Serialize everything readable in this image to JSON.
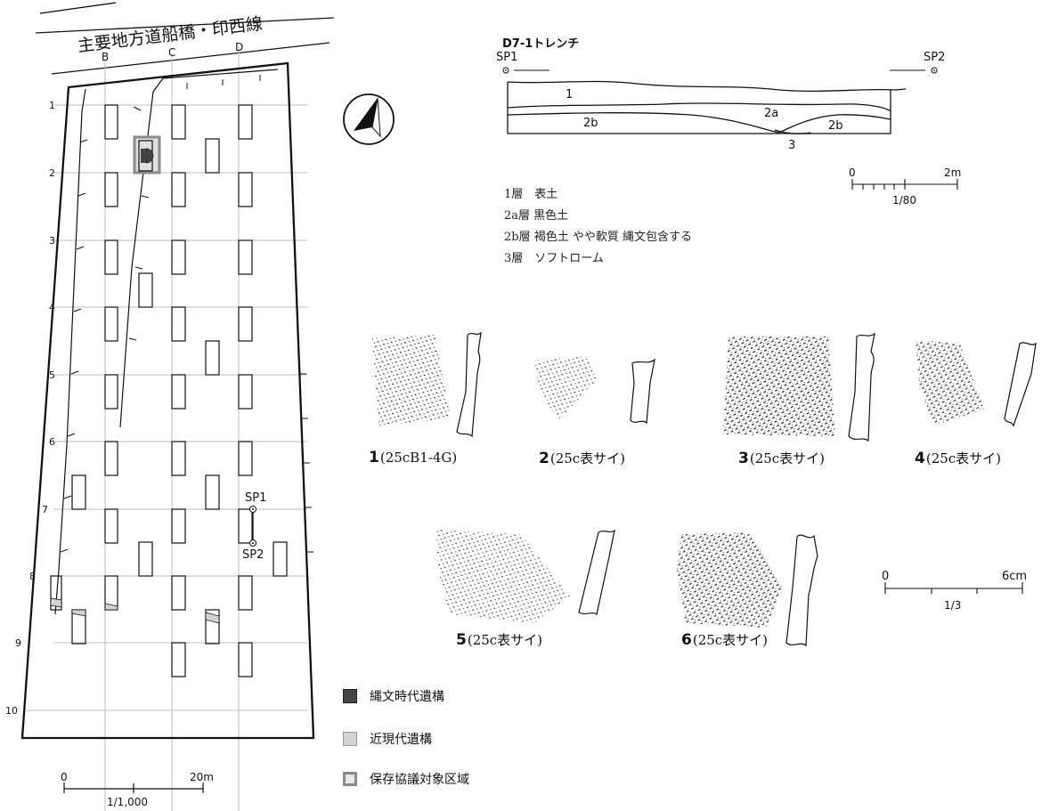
{
  "site_map": {
    "road_name": "主要地方道船橋・印西線",
    "col_labels": [
      "B",
      "C",
      "D"
    ],
    "row_labels": [
      "1",
      "2",
      "3",
      "4",
      "5",
      "6",
      "7",
      "8",
      "9",
      "10"
    ],
    "sp1_label": "SP1",
    "sp2_label": "SP2",
    "scale_zero": "0",
    "scale_max": "20m",
    "scale_ratio": "1/1,000"
  },
  "trench_section": {
    "title": "D7-1トレンチ",
    "sp1_label": "SP1",
    "sp2_label": "SP2",
    "layer_tags": [
      "1",
      "2a",
      "2b",
      "2b",
      "3"
    ],
    "scale_zero": "0",
    "scale_max": "2m",
    "scale_ratio": "1/80"
  },
  "layers": [
    "1層　表土",
    "2a層 黒色土",
    "2b層 褐色土 やや軟質 縄文包含する",
    "3層　ソフトローム"
  ],
  "artifacts": [
    {
      "no": "1",
      "provenance": "(25cB1-4G)"
    },
    {
      "no": "2",
      "provenance": "(25c表サイ)"
    },
    {
      "no": "3",
      "provenance": "(25c表サイ)"
    },
    {
      "no": "4",
      "provenance": "(25c表サイ)"
    },
    {
      "no": "5",
      "provenance": "(25c表サイ)"
    },
    {
      "no": "6",
      "provenance": "(25c表サイ)"
    }
  ],
  "artifact_scale": {
    "zero": "0",
    "max": "6cm",
    "ratio": "1/3"
  },
  "legend": [
    {
      "label": "縄文時代遺構",
      "fill": "#444444",
      "border": "#222222"
    },
    {
      "label": "近現代遺構",
      "fill": "#d3d3d3",
      "border": "#9a9a9a"
    },
    {
      "label": "保存協議対象区域",
      "fill": "#e6e6e6",
      "border": "#8a8a8a"
    }
  ],
  "colors": {
    "line": "#111111",
    "grid": "#bdbdbd",
    "jomon": "#444444",
    "modern": "#d3d3d3",
    "preserve": "#8a8a8a"
  }
}
